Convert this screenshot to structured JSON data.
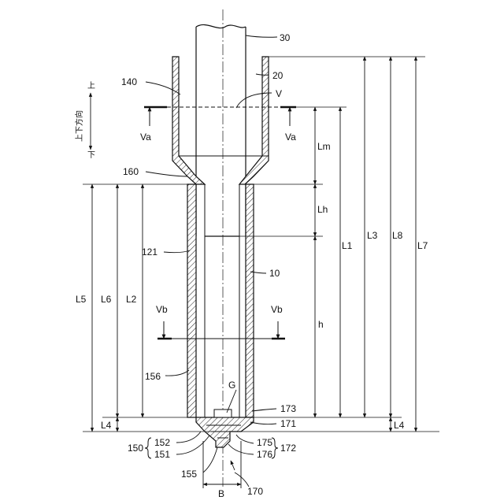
{
  "labels": {
    "n30": "30",
    "n20": "20",
    "n140": "140",
    "nV": "V",
    "nVa_left": "Va",
    "nVa_right": "Va",
    "n160": "160",
    "n121": "121",
    "n10": "10",
    "nVb_left": "Vb",
    "nVb_right": "Vb",
    "n156": "156",
    "nG": "G",
    "n173": "173",
    "n171": "171",
    "n152": "152",
    "n150": "150",
    "n151": "151",
    "n175": "175",
    "n176": "176",
    "n172": "172",
    "n155": "155",
    "n170": "170",
    "nB": "B"
  },
  "dimensions": {
    "Lm": "Lm",
    "Lh": "Lh",
    "h": "h",
    "L1": "L1",
    "L3": "L3",
    "L8": "L8",
    "L7": "L7",
    "L5": "L5",
    "L6": "L6",
    "L2": "L2",
    "L4_left": "L4",
    "L4_right": "L4"
  },
  "direction": {
    "up": "上",
    "vertical": "上下方向",
    "down": "下"
  }
}
